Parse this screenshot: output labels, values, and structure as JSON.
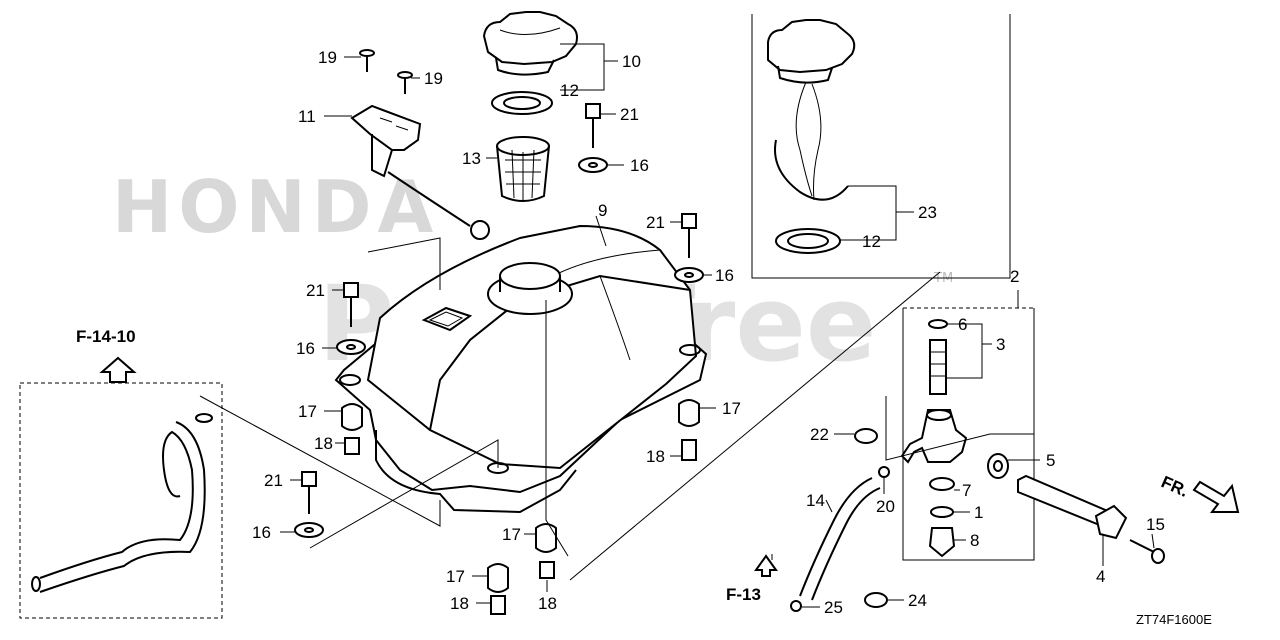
{
  "diagram": {
    "watermarks": {
      "brand": "HONDA",
      "site": "PartsTree",
      "trademark": "TM"
    },
    "diagram_code": "ZT74F1600E",
    "references": {
      "f14_10": "F-14-10",
      "f13": "F-13",
      "front": "FR."
    },
    "callouts": {
      "c1": "1",
      "c2": "2",
      "c3": "3",
      "c4": "4",
      "c5": "5",
      "c6": "6",
      "c7": "7",
      "c8": "8",
      "c9": "9",
      "c10": "10",
      "c11": "11",
      "c12a": "12",
      "c12b": "12",
      "c13": "13",
      "c14": "14",
      "c15": "15",
      "c16a": "16",
      "c16b": "16",
      "c16c": "16",
      "c16d": "16",
      "c17a": "17",
      "c17b": "17",
      "c17c": "17",
      "c17d": "17",
      "c18a": "18",
      "c18b": "18",
      "c18c": "18",
      "c18d": "18",
      "c19a": "19",
      "c19b": "19",
      "c20": "20",
      "c21a": "21",
      "c21b": "21",
      "c21c": "21",
      "c21d": "21",
      "c22": "22",
      "c23": "23",
      "c24": "24",
      "c25": "25"
    }
  }
}
